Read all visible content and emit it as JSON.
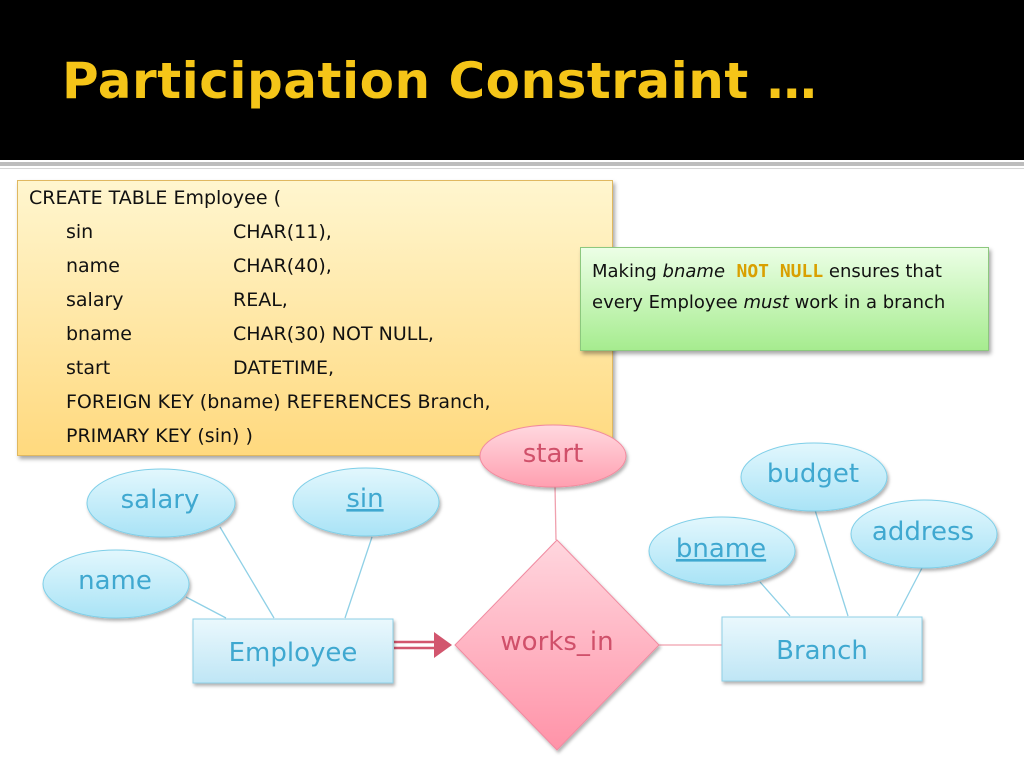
{
  "title": "Participation Constraint …",
  "sql": {
    "line1": "CREATE TABLE Employee (",
    "rows": [
      {
        "name": "sin",
        "type": "CHAR(11),"
      },
      {
        "name": "name",
        "type": "CHAR(40),"
      },
      {
        "name": "salary",
        "type": "REAL,"
      },
      {
        "name": "bname",
        "type": "CHAR(30) NOT NULL,"
      },
      {
        "name": "start",
        "type": "DATETIME,"
      }
    ],
    "fk_line": "FOREIGN KEY (bname) REFERENCES Branch,",
    "pk_line": "PRIMARY KEY (sin) )"
  },
  "note": {
    "p1": "Making ",
    "attr": "bname",
    "kw": "NOT NULL",
    "p2": " ensures that every Employee ",
    "emph": "must",
    "p3": " work in a branch"
  },
  "diagram": {
    "entities": {
      "employee": "Employee",
      "branch": "Branch"
    },
    "relationship": "works_in",
    "attributes": {
      "salary": "salary",
      "sin": "sin",
      "name": "name",
      "start": "start",
      "budget": "budget",
      "address": "address",
      "bname": "bname"
    },
    "colors": {
      "entity_fill": "#d9f2fb",
      "attribute_fill": "#c4eefa",
      "relationship_fill": "#ff9fb0",
      "arrow": "#d2566e",
      "line": "#8fd0e6"
    }
  }
}
